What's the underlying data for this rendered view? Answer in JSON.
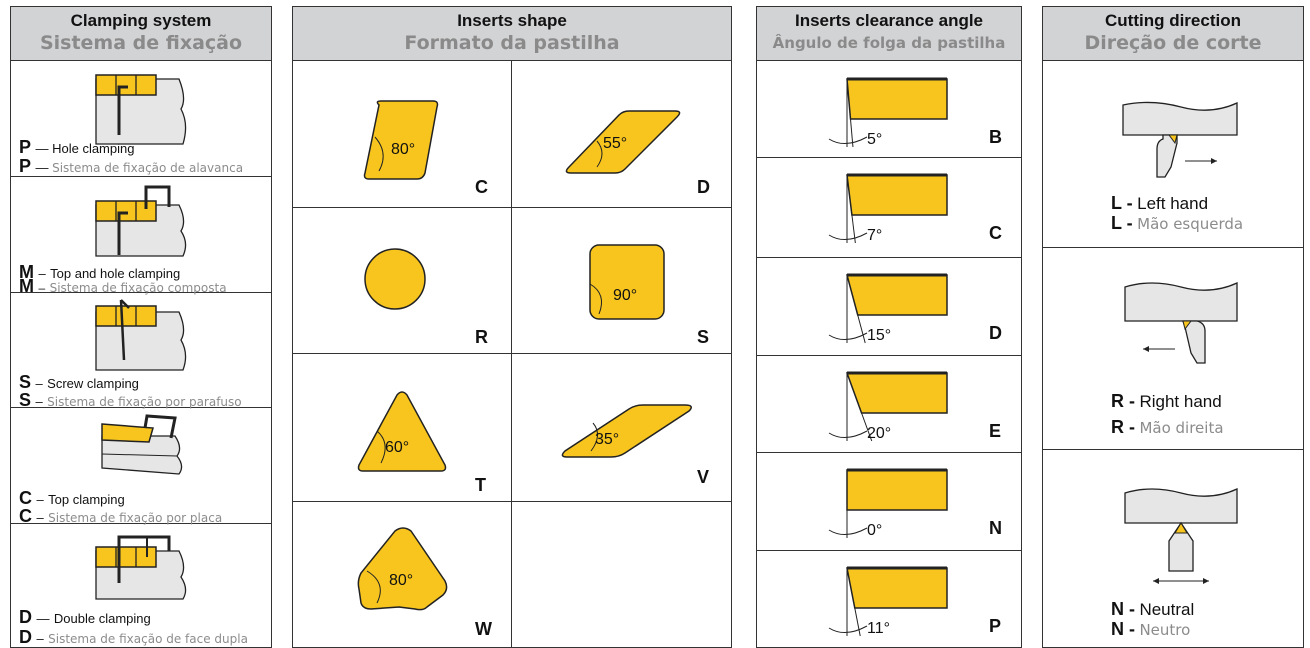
{
  "clamping": {
    "title_en": "Clamping system",
    "title_pt": "Sistema de fixação",
    "items": [
      {
        "code": "P",
        "en": "Hole clamping",
        "pt": "Sistema de fixação de alavanca",
        "icon": "hole-clamp-icon"
      },
      {
        "code": "M",
        "en": "Top and hole clamping",
        "pt": "Sistema de fixação composta",
        "icon": "top-and-hole-clamp-icon"
      },
      {
        "code": "S",
        "en": "Screw clamping",
        "pt": "Sistema de fixação por parafuso",
        "icon": "screw-clamp-icon"
      },
      {
        "code": "C",
        "en": "Top clamping",
        "pt": "Sistema de fixação por placa",
        "icon": "top-clamp-icon"
      },
      {
        "code": "D",
        "en": "Double clamping",
        "pt": "Sistema de fixação de face dupla",
        "icon": "double-clamp-icon"
      }
    ]
  },
  "shape": {
    "title_en": "Inserts shape",
    "title_pt": "Formato da pastilha",
    "items": [
      {
        "code": "C",
        "angle": "80°",
        "icon": "rhombic-80-insert-icon"
      },
      {
        "code": "D",
        "angle": "55°",
        "icon": "rhombic-55-insert-icon"
      },
      {
        "code": "R",
        "angle": "",
        "icon": "round-insert-icon"
      },
      {
        "code": "S",
        "angle": "90°",
        "icon": "square-insert-icon"
      },
      {
        "code": "T",
        "angle": "60°",
        "icon": "triangle-insert-icon"
      },
      {
        "code": "V",
        "angle": "35°",
        "icon": "rhombic-35-insert-icon"
      },
      {
        "code": "W",
        "angle": "80°",
        "icon": "trigon-insert-icon"
      }
    ]
  },
  "clearance": {
    "title_en": "Inserts clearance angle",
    "title_pt": "Ângulo de folga da pastilha",
    "items": [
      {
        "code": "B",
        "angle": "5°",
        "degrees": 5
      },
      {
        "code": "C",
        "angle": "7°",
        "degrees": 7
      },
      {
        "code": "D",
        "angle": "15°",
        "degrees": 15
      },
      {
        "code": "E",
        "angle": "20°",
        "degrees": 20
      },
      {
        "code": "N",
        "angle": "0°",
        "degrees": 0
      },
      {
        "code": "P",
        "angle": "11°",
        "degrees": 11
      }
    ]
  },
  "direction": {
    "title_en": "Cutting direction",
    "title_pt": "Direção de corte",
    "items": [
      {
        "code": "L -",
        "en": "Left  hand",
        "pt": "Mão esquerda",
        "icon": "left-hand-tool-icon"
      },
      {
        "code": "R -",
        "en": "Right  hand",
        "pt": "Mão direita",
        "icon": "right-hand-tool-icon"
      },
      {
        "code": "N -",
        "en": "Neutral",
        "pt": "Neutro",
        "icon": "neutral-tool-icon"
      }
    ]
  },
  "colors": {
    "insert_fill": "#f7c51e",
    "header_bg": "#d2d3d5",
    "body_fill": "#e6e6e6",
    "gray_text": "#8c8c8c"
  }
}
